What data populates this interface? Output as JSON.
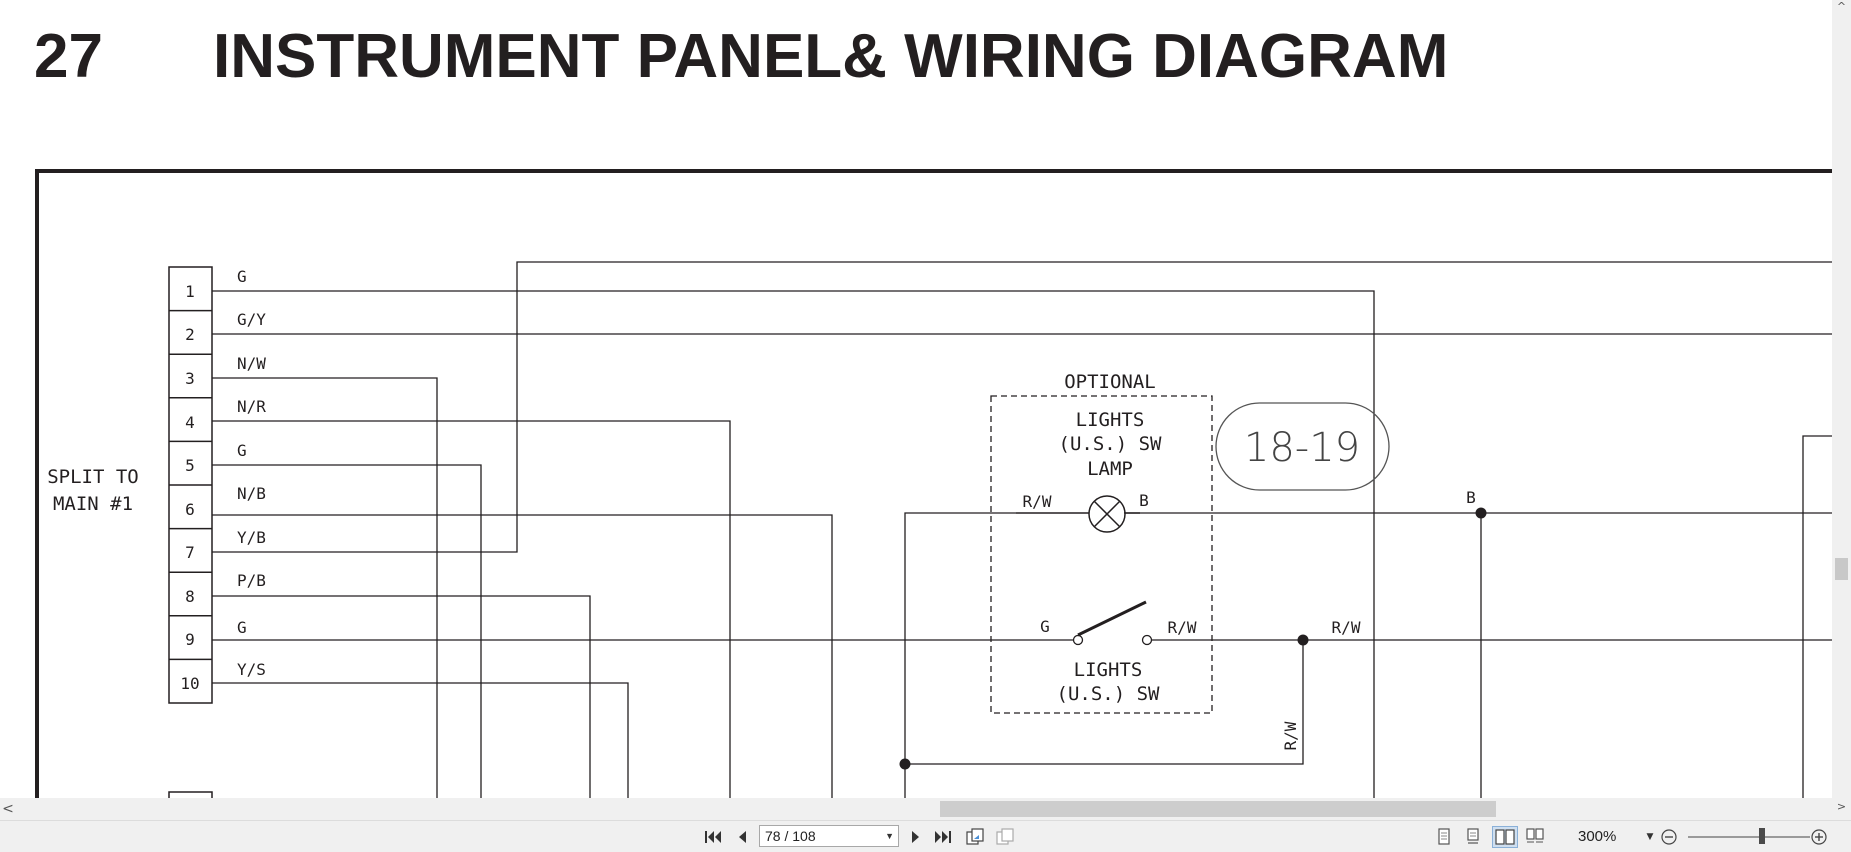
{
  "document": {
    "section_number": "27",
    "section_title": "INSTRUMENT PANEL& WIRING DIAGRAM"
  },
  "diagram": {
    "connector_label_line1": "SPLIT TO",
    "connector_label_line2": "MAIN #1",
    "pins": [
      {
        "num": "1",
        "wire": "G"
      },
      {
        "num": "2",
        "wire": "G/Y"
      },
      {
        "num": "3",
        "wire": "N/W"
      },
      {
        "num": "4",
        "wire": "N/R"
      },
      {
        "num": "5",
        "wire": "G"
      },
      {
        "num": "6",
        "wire": "N/B"
      },
      {
        "num": "7",
        "wire": "Y/B"
      },
      {
        "num": "8",
        "wire": "P/B"
      },
      {
        "num": "9",
        "wire": "G"
      },
      {
        "num": "10",
        "wire": "Y/S"
      }
    ],
    "optional_label": "OPTIONAL",
    "lamp_label": [
      "LIGHTS",
      "(U.S.) SW",
      "LAMP"
    ],
    "lamp_left_wire": "R/W",
    "lamp_right_wire": "B",
    "switch_left_wire": "G",
    "switch_right_wire": "R/W",
    "switch_label": [
      "LIGHTS",
      "(U.S.) SW"
    ],
    "page_ref": "18-19",
    "junction_b_label": "B",
    "junction_rw_label": "R/W",
    "vertical_rw_label": "R/W"
  },
  "toolbar": {
    "page_indicator": "78 / 108",
    "zoom": "300%"
  },
  "icons": {
    "first_page": "first-page-icon",
    "prev_page": "prev-page-icon",
    "next_page": "next-page-icon",
    "last_page": "last-page-icon",
    "copy": "copy-icon",
    "paste": "paste-icon",
    "single_page": "single-page-icon",
    "continuous": "continuous-icon",
    "two_page": "two-page-icon",
    "two_page_cont": "two-page-continuous-icon",
    "zoom_out": "zoom-out-icon",
    "zoom_in": "zoom-in-icon"
  },
  "colors": {
    "ink": "#231f20",
    "toolbar_bg": "#f0f0f0"
  }
}
